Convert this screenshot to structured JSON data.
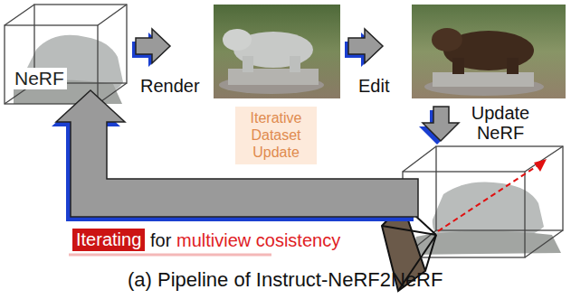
{
  "diagram": {
    "caption": "(a) Pipeline of Instruct-NeRF2NeRF",
    "nodes": [
      {
        "text": [
          "NeRF"
        ]
      },
      {
        "text": [
          "Iterative Dataset Update"
        ]
      },
      {
        "text": [
          "Iterating"
        ]
      }
    ],
    "labels": [
      "Render",
      "Edit",
      "Update NeRF",
      "for",
      "multiview cosistency"
    ]
  }
}
